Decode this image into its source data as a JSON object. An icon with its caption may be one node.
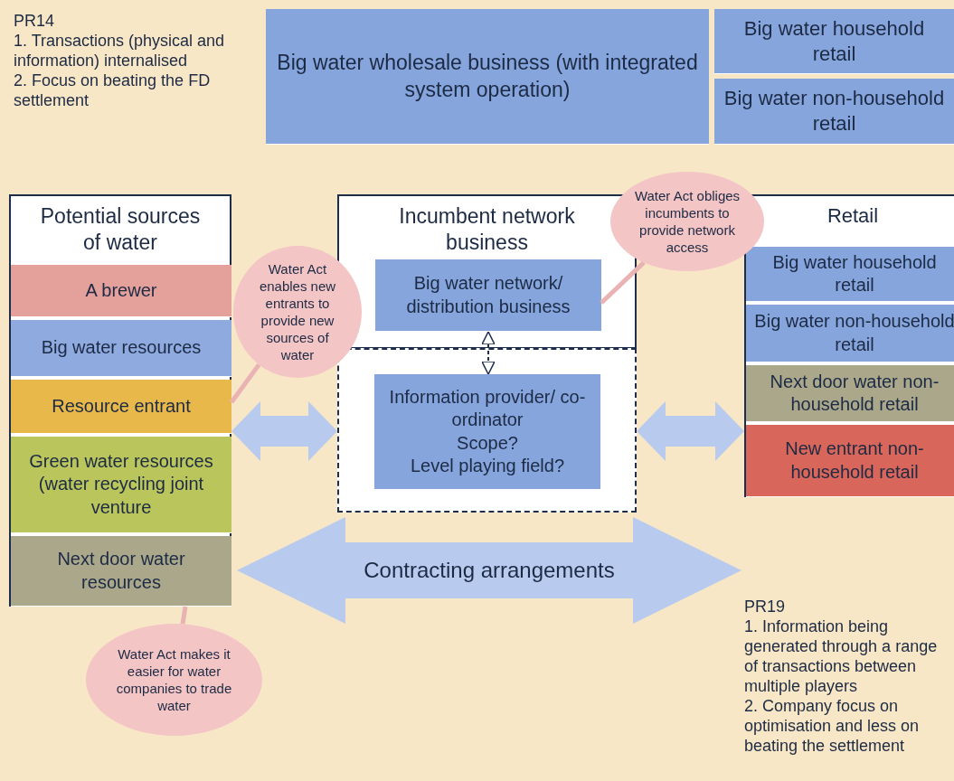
{
  "diagram": {
    "nodes": [
      {
        "text": [
          "Big water wholesale business (with integrated system operation)"
        ]
      },
      {
        "text": [
          "Big water household retail"
        ]
      },
      {
        "text": [
          "Big water non-household retail"
        ]
      },
      {
        "text": [
          "Potential sources of water"
        ]
      },
      {
        "text": [
          "A brewer"
        ],
        "in": 3
      },
      {
        "text": [
          "Big water resources"
        ],
        "in": 3
      },
      {
        "text": [
          "Resource entrant"
        ],
        "in": 3
      },
      {
        "text": [
          "Green water resources (water recycling joint venture"
        ],
        "in": 3
      },
      {
        "text": [
          "Next door water resources"
        ],
        "in": 3
      },
      {
        "text": [
          "Incumbent network business"
        ]
      },
      {
        "text": [
          "Big water network/ distribution business"
        ],
        "in": 9
      },
      {
        "text": [],
        "shape": "box"
      },
      {
        "text": [
          "Information provider/ co-ordinator",
          "Scope?",
          "Level playing field?"
        ],
        "in": 11
      },
      {
        "text": [
          "Retail"
        ]
      },
      {
        "text": [
          "Big water household retail"
        ],
        "in": 13
      },
      {
        "text": [
          "Big water non-household retail"
        ],
        "in": 13
      },
      {
        "text": [
          "Next door water non-household retail"
        ],
        "in": 13
      },
      {
        "text": [
          "New entrant non-household retail"
        ],
        "in": 13
      },
      {
        "text": [
          "Contracting arrangements"
        ]
      },
      {
        "text": [
          "Water Act enables new entrants to provide new sources of water"
        ]
      },
      {
        "text": [
          "Water Act obliges incumbents to provide network access"
        ]
      },
      {
        "text": [
          "Water Act makes it easier for water companies to trade water"
        ]
      }
    ],
    "edges": [
      {
        "from": 3,
        "to": 11,
        "arrow": "both",
        "style": "thick"
      },
      {
        "from": 11,
        "to": 13,
        "arrow": "both",
        "style": "thick"
      },
      {
        "from": 10,
        "to": 12,
        "arrow": "both",
        "style": "dashed",
        "color": "#1f2d4d"
      },
      {
        "from": 19,
        "to": 6,
        "arrow": "none"
      },
      {
        "from": 20,
        "to": 10,
        "arrow": "none"
      },
      {
        "from": 21,
        "to": 8,
        "arrow": "none"
      }
    ],
    "labels": [
      "PR14",
      "1. Transactions (physical and information) internalised",
      "2. Focus on beating the FD settlement",
      "PR19",
      "1. Information being generated through a range of transactions between multiple players",
      "2. Company focus on optimisation and less on beating the settlement"
    ]
  }
}
